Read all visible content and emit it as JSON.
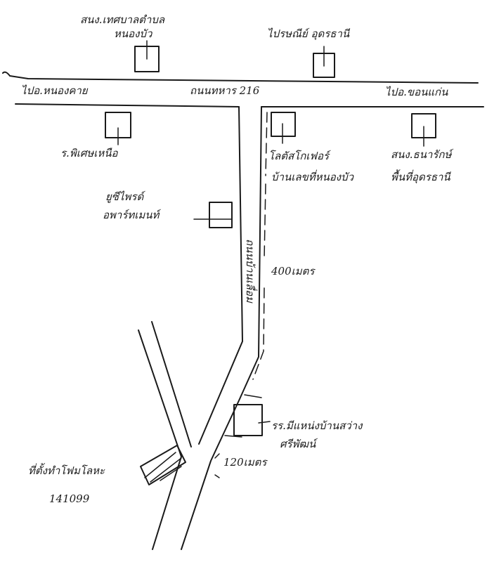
{
  "map": {
    "ink_color": "#1a1a1a",
    "paper_color": "#ffffff",
    "labels": {
      "top_left_place_line1": "สนง.เทศบาลตำบล",
      "top_left_place_line2": "หนองบัว",
      "top_right_place": "ไปรษณีย์ อุดรธานี",
      "left_destination": "ไปอ.หนองคาย",
      "main_road": "ถนนทหาร 216",
      "right_destination": "ไปอ.ขอนแก่น",
      "school": "ร.พิเศษเหนือ",
      "left_building_line1": "ยูซีไพรด์",
      "left_building_line2": "อพาร์ทเมนท์",
      "right_building1_line1": "โลตัสโกเฟอร์",
      "right_building1_line2": "บ้านเลขที่หนองบัว",
      "right_building2_line1": "สนง.ธนารักษ์",
      "right_building2_line2": "พื้นที่อุดรธานี",
      "side_road": "ถนนบ้านเลื่อม",
      "distance_1": "400เมตร",
      "lower_building_line1": "รร.มีแหน่งบ้านสว่าง",
      "lower_building_line2": "ศรีพัฒน์",
      "distance_2": "120เมตร",
      "destination_line1": "ที่ตั้งทำโฟมโลหะ",
      "destination_line2": "141099"
    }
  }
}
